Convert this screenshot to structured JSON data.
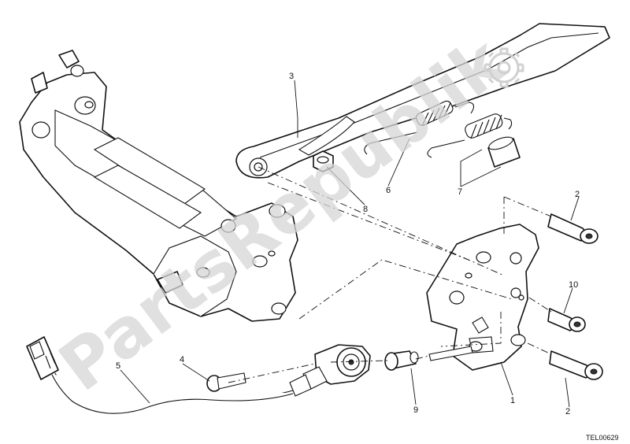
{
  "watermark": {
    "text": "PartsRepublik",
    "icon": "gear-icon",
    "color": "#d6d6d6"
  },
  "drawing_code": "TEL00629",
  "callouts": [
    {
      "id": "c1",
      "label": "1"
    },
    {
      "id": "c2a",
      "label": "2"
    },
    {
      "id": "c2b",
      "label": "2"
    },
    {
      "id": "c3",
      "label": "3"
    },
    {
      "id": "c4",
      "label": "4"
    },
    {
      "id": "c5",
      "label": "5"
    },
    {
      "id": "c6",
      "label": "6"
    },
    {
      "id": "c7",
      "label": "7"
    },
    {
      "id": "c8",
      "label": "8"
    },
    {
      "id": "c9",
      "label": "9"
    },
    {
      "id": "c10",
      "label": "10"
    }
  ]
}
